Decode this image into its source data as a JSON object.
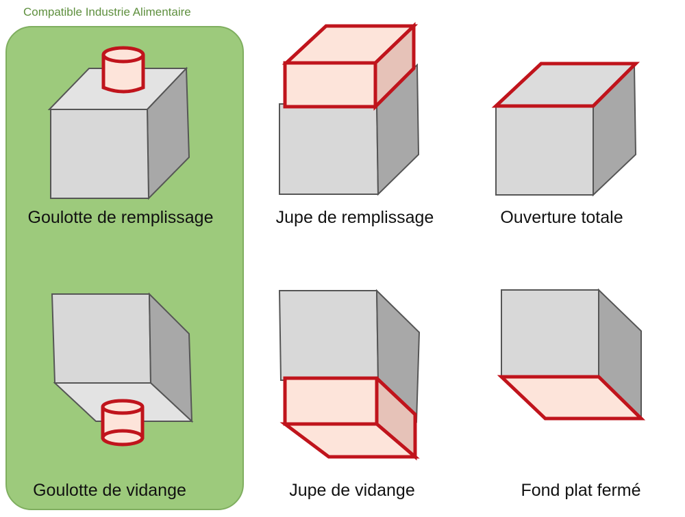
{
  "panel": {
    "title": "Compatible Industrie Alimentaire",
    "fill": "#9dca7c"
  },
  "colors": {
    "face_front": "#d8d8d8",
    "face_side": "#a8a8a8",
    "face_top": "#e3e3e3",
    "highlight": "#fde4da",
    "highlight_stroke": "#c0141c",
    "outline": "#555555"
  },
  "items": [
    {
      "label": "Goulotte de remplissage",
      "icon": "bag-fill-spout-icon"
    },
    {
      "label": "Jupe de remplissage",
      "icon": "bag-fill-skirt-icon"
    },
    {
      "label": "Ouverture totale",
      "icon": "bag-open-top-icon"
    },
    {
      "label": "Goulotte de vidange",
      "icon": "bag-discharge-spout-icon"
    },
    {
      "label": "Jupe de vidange",
      "icon": "bag-discharge-skirt-icon"
    },
    {
      "label": "Fond plat fermé",
      "icon": "bag-flat-bottom-icon"
    }
  ]
}
